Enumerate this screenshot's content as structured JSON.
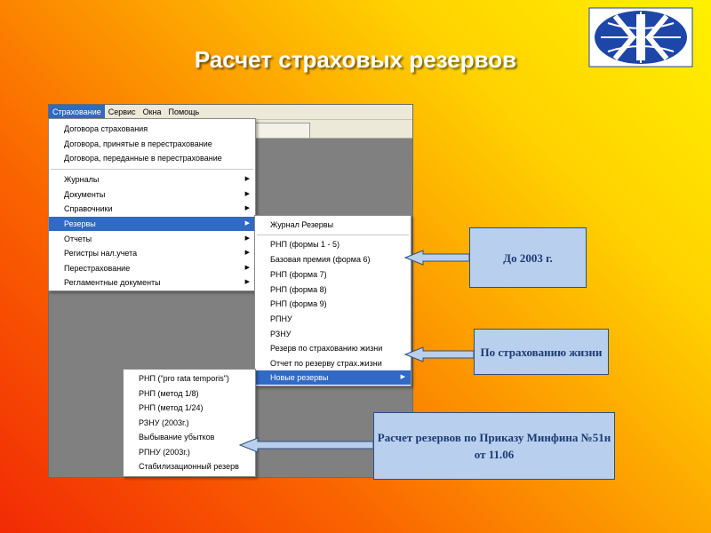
{
  "slide": {
    "title": "Расчет страховых резервов"
  },
  "colors": {
    "menu_highlight": "#316ac5",
    "callout_fill": "#b8d0ee",
    "callout_text": "#1c3a73",
    "logo_blue": "#1d46a8"
  },
  "menubar": {
    "items": [
      {
        "label": "Страхование",
        "active": true
      },
      {
        "label": "Сервис"
      },
      {
        "label": "Окна"
      },
      {
        "label": "Помощь"
      }
    ]
  },
  "menu_main": {
    "items": [
      {
        "label": "Договора страхования"
      },
      {
        "label": "Договора, принятые в перестрахование"
      },
      {
        "label": "Договора, переданные в перестрахование"
      },
      {
        "label": "Журналы",
        "submenu": true
      },
      {
        "label": "Документы",
        "submenu": true
      },
      {
        "label": "Справочники",
        "submenu": true
      },
      {
        "label": "Резервы",
        "submenu": true,
        "highlighted": true
      },
      {
        "label": "Отчеты",
        "submenu": true
      },
      {
        "label": "Регистры нал.учета",
        "submenu": true
      },
      {
        "label": "Перестрахование",
        "submenu": true
      },
      {
        "label": "Регламентные документы",
        "submenu": true
      }
    ]
  },
  "menu_reserves": {
    "items": [
      {
        "label": "Журнал Резервы"
      },
      {
        "label": "РНП (формы 1 - 5)"
      },
      {
        "label": "Базовая премия (форма 6)"
      },
      {
        "label": "РНП (форма 7)"
      },
      {
        "label": "РНП (форма 8)"
      },
      {
        "label": "РНП (форма 9)"
      },
      {
        "label": "РПНУ"
      },
      {
        "label": "РЗНУ"
      },
      {
        "label": "Резерв по страхованию жизни"
      },
      {
        "label": "Отчет по резерву страх.жизни"
      },
      {
        "label": "Новые резервы",
        "submenu": true,
        "highlighted": true
      }
    ]
  },
  "menu_new": {
    "items": [
      {
        "label": "РНП (\"pro rata temporis\")"
      },
      {
        "label": "РНП (метод 1/8)"
      },
      {
        "label": "РНП (метод 1/24)"
      },
      {
        "label": "РЗНУ (2003г.)"
      },
      {
        "label": "Выбывание убытков"
      },
      {
        "label": "РПНУ (2003г.)"
      },
      {
        "label": "Стабилизационный резерв"
      }
    ]
  },
  "callouts": {
    "until_2003": "До 2003 г.",
    "life_insurance": "По страхованию жизни",
    "order_51n": "Расчет резервов по Приказу Минфина №51н от 11.06"
  },
  "icons": {
    "logo": "company-logo-icon",
    "submenu_arrow": "triangle-right-icon"
  }
}
